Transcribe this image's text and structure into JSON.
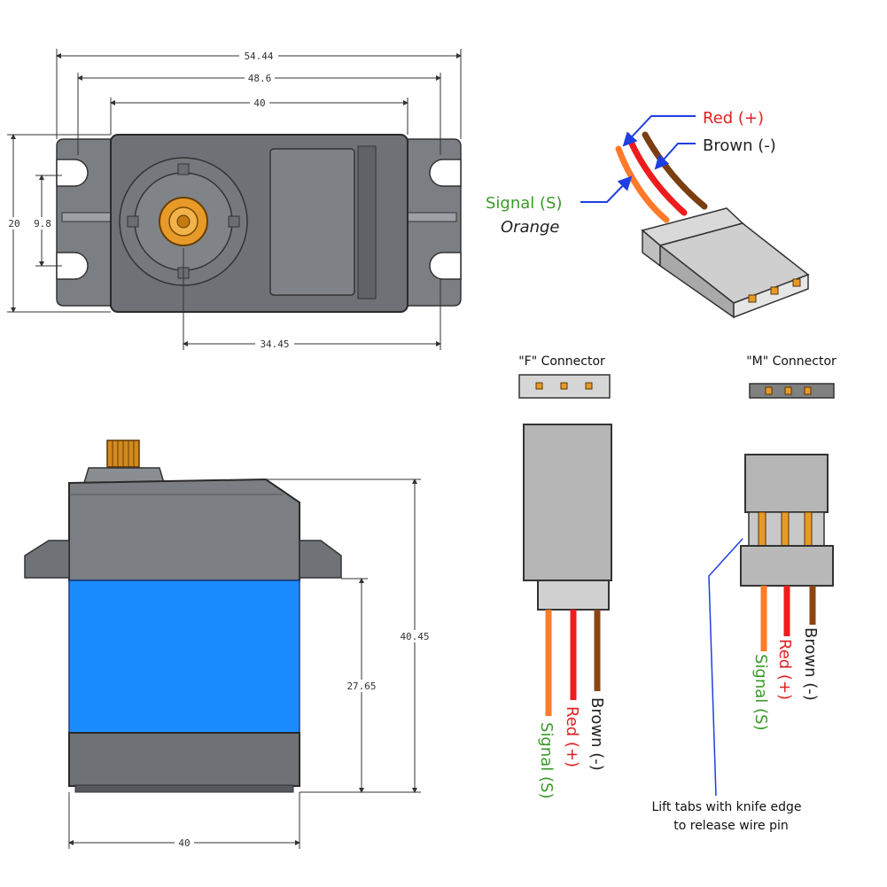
{
  "top_view": {
    "dims": {
      "overall_width": "54.44",
      "hole_spacing": "48.6",
      "body_width": "40",
      "overall_height": "20",
      "hole_pitch": "9.8",
      "shaft_offset": "34.45"
    }
  },
  "side_view": {
    "dims": {
      "total_height": "40.45",
      "case_height": "27.65",
      "body_width": "40"
    }
  },
  "wires": {
    "red_label": "Red (+)",
    "brown_label": "Brown (-)",
    "signal_label": "Signal (S)",
    "signal_color_name": "Orange"
  },
  "connectors": {
    "f_title": "\"F\" Connector",
    "m_title": "\"M\" Connector",
    "f_wires": [
      "Signal (S)",
      "Red (+)",
      "Brown (-)"
    ],
    "m_wires": [
      "Signal (S)",
      "Red (+)",
      "Brown (-)"
    ],
    "note_line1": "Lift tabs with knife edge",
    "note_line2": "to release wire pin"
  },
  "colors": {
    "signal": "#ff7a2a",
    "red": "#ee1c1c",
    "brown": "#8b4513",
    "case_blue": "#1a8cff",
    "body_gray": "#7a7e82",
    "label_green": "#3a9a2a",
    "label_red": "#e02020",
    "arrow_blue": "#1f3fe0"
  }
}
